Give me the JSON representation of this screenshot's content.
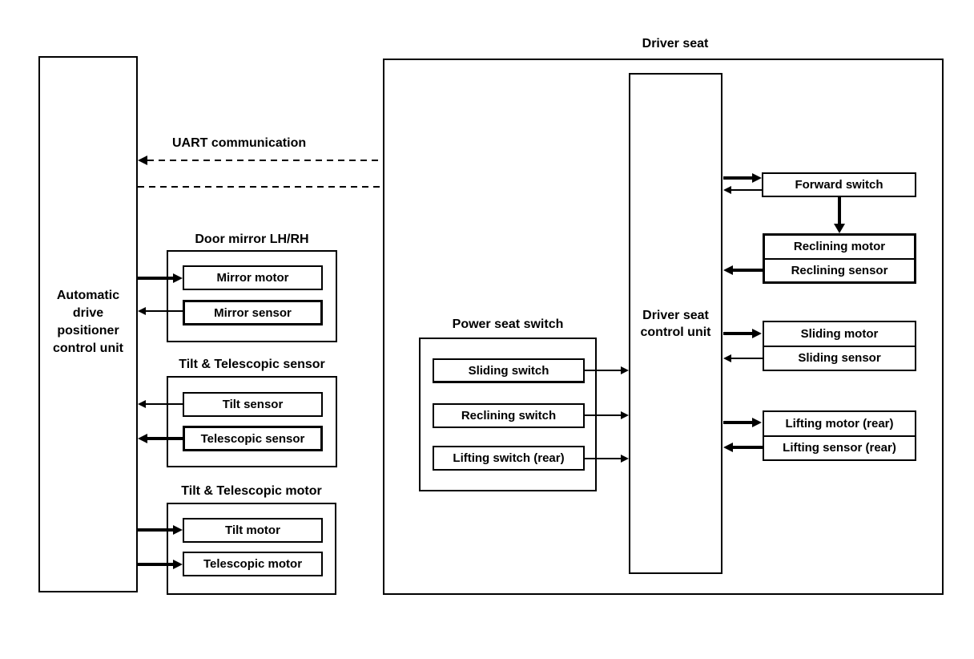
{
  "colors": {
    "ink": "#000000",
    "paper": "#ffffff"
  },
  "left_unit": {
    "label": "Automatic drive positioner control unit"
  },
  "uart": {
    "label": "UART communication"
  },
  "door_mirror": {
    "title": "Door mirror LH/RH",
    "items": [
      "Mirror motor",
      "Mirror sensor"
    ]
  },
  "tilt_telescopic_sensor": {
    "title": "Tilt & Telescopic sensor",
    "items": [
      "Tilt sensor",
      "Telescopic sensor"
    ]
  },
  "tilt_telescopic_motor": {
    "title": "Tilt & Telescopic motor",
    "items": [
      "Tilt motor",
      "Telescopic motor"
    ]
  },
  "driver_seat": {
    "title": "Driver seat",
    "control_unit": {
      "label": "Driver seat control unit"
    },
    "power_seat_switch": {
      "title": "Power seat switch",
      "items": [
        "Sliding switch",
        "Reclining switch",
        "Lifting switch (rear)"
      ]
    },
    "forward_switch": {
      "label": "Forward switch"
    },
    "reclining_unit": {
      "items": [
        "Reclining motor",
        "Reclining sensor"
      ]
    },
    "sliding_unit": {
      "items": [
        "Sliding motor",
        "Sliding sensor"
      ]
    },
    "lifting_unit": {
      "items": [
        "Lifting motor (rear)",
        "Lifting sensor (rear)"
      ]
    }
  }
}
